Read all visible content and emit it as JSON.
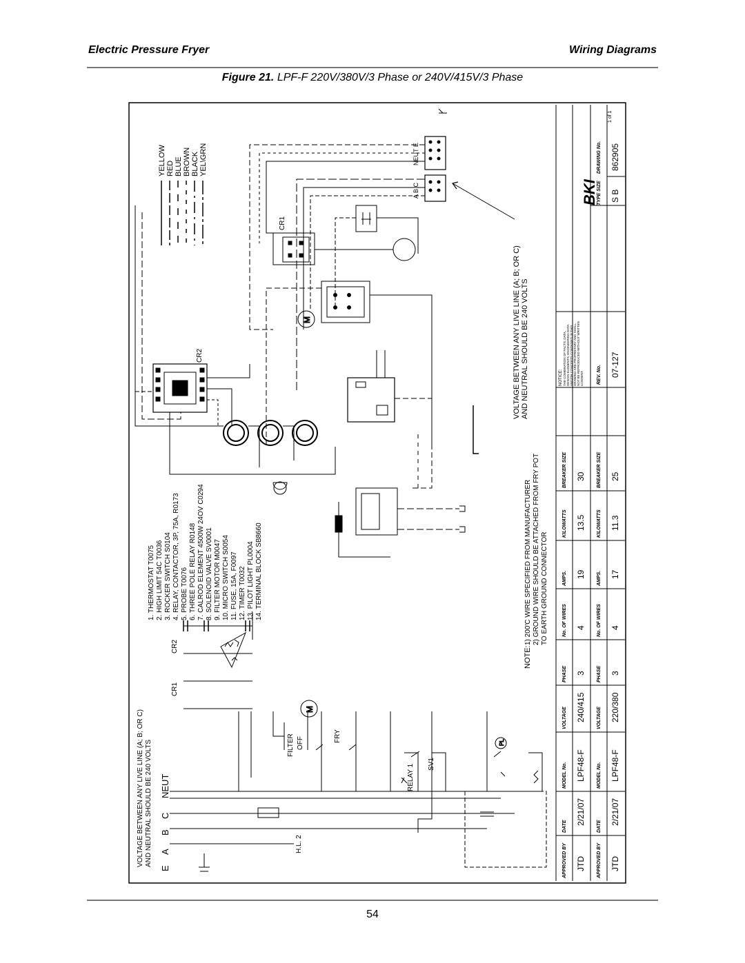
{
  "header": {
    "left": "Electric Pressure Fryer",
    "right": "Wiring Diagrams"
  },
  "caption": {
    "label": "Figure 21.",
    "text": "LPF-F 220V/380V/3 Phase or 240V/415V/3 Phase"
  },
  "legend": [
    "YELLOW",
    "RED",
    "BLUE",
    "BROWN",
    "BLACK",
    "YEL\\GRN"
  ],
  "voltage_note": [
    "VOLTAGE BETWEEN ANY LIVE LINE (A; B; OR C)",
    "AND NEUTRAL SHOULD BE 240 VOLTS"
  ],
  "parts": [
    "1.  THERMOSTAT T0075",
    "2.  HIGH LIMIT 54C T0036",
    "3.  ROCKER SWITCH S0104",
    "4.  RELAY, CONTACTOR, 3P, 75A, R0173",
    "5.  PROBE T0076",
    "6.  THREE POLE RELAY R0148",
    "7.  CALROD ELEMENT 4500W 24OV C0294",
    "8.  SOLENOID VALVE SV0001",
    "9.  FILTER MOTOR M0047",
    "10. MICRO SWITCH S0054",
    "11. FUSE, 15A, F0097",
    "12. TIMER T0032",
    "13. PILOT LIGHT PL0004",
    "14. TERMINAL BLOCK SB8660"
  ],
  "notes": {
    "label": "NOTE:",
    "lines": [
      "1)  200'C WIRE SPECIFIED FROM MANUFACTURER",
      "2)  GROUND WIRE SHOULD BE ATTACHED FROM FRY POT",
      "      TO EARTH GROUND CONNECTOR"
    ]
  },
  "schematic_labels": {
    "terminals": [
      "E",
      "A",
      "B",
      "C",
      "NEUT"
    ],
    "cr1": "CR1",
    "cr2": "CR2",
    "filter": "FILTER",
    "off": "OFF",
    "fry": "FRY",
    "relay": "RELAY 1",
    "sv": "SV1",
    "hl": "H.L. 2",
    "block_top": "A B C",
    "block_neut": "NEUT E"
  },
  "table": {
    "headers": [
      "APPROVED BY",
      "DATE",
      "MODEL No.",
      "VOLTAGE",
      "PHASE",
      "No. OF WIRES",
      "AMPS.",
      "KILOWATTS",
      "BREAKER SIZE",
      "REV. No.",
      "TYPE SIZE",
      "DRAWING No."
    ],
    "rows": [
      [
        "JTD",
        "2/21/07",
        "LPF48-F",
        "240/415",
        "3",
        "4",
        "19",
        "13.5",
        "30"
      ],
      [
        "JTD",
        "2/21/07",
        "LPF48-F",
        "220/380",
        "3",
        "4",
        "17",
        "11.3",
        "25"
      ]
    ],
    "rev": "07-127",
    "type_size": "S  B",
    "drawing_no": "862905",
    "sheet": "1 of 1",
    "logo": "BKI",
    "notice_label": "NOTICE:",
    "notice_text": "THE COMBINATION OF FACTS, DATA, DESIGN ELEMENTS, ENGINEERING DATA AND/OR CONCEPTS CONTAINED IN THIS DRAWING ARE PROPRIETARY AND SHALL NOT BE REPRODUCED WITHOUT WRITTEN CONSENT."
  },
  "page_number": "54"
}
